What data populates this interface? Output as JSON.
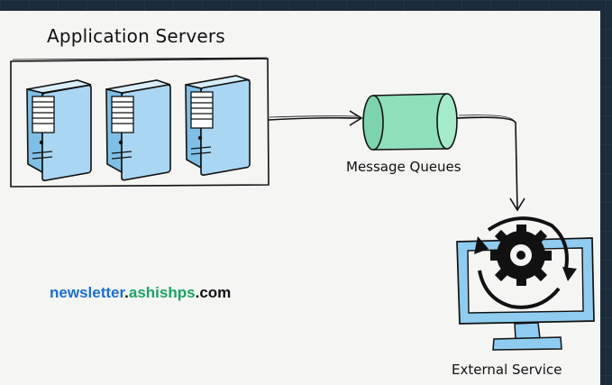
{
  "diagram": {
    "labels": {
      "application_servers": "Application Servers",
      "message_queues": "Message Queues",
      "external_service": "External Service"
    },
    "watermark": {
      "part1": "newsletter",
      "dot1": ".",
      "part2": "ashishps",
      "dot2": ".",
      "part3": "com"
    },
    "colors": {
      "background": "#1b2b3a",
      "board": "#f5f5f4",
      "server_fill": "#a9d6f2",
      "queue_fill": "#8ee0b9",
      "monitor_fill": "#8fccf0",
      "watermark_blue": "#1b6fd6",
      "watermark_green": "#19a463"
    },
    "nodes": [
      {
        "id": "app-servers",
        "icons": [
          "server-icon",
          "server-icon",
          "server-icon"
        ]
      },
      {
        "id": "message-queue",
        "icon": "cylinder-queue-icon"
      },
      {
        "id": "external-service",
        "icon": "monitor-gear-icon"
      }
    ],
    "edges": [
      {
        "from": "app-servers",
        "to": "message-queue"
      },
      {
        "from": "message-queue",
        "to": "external-service"
      }
    ]
  }
}
